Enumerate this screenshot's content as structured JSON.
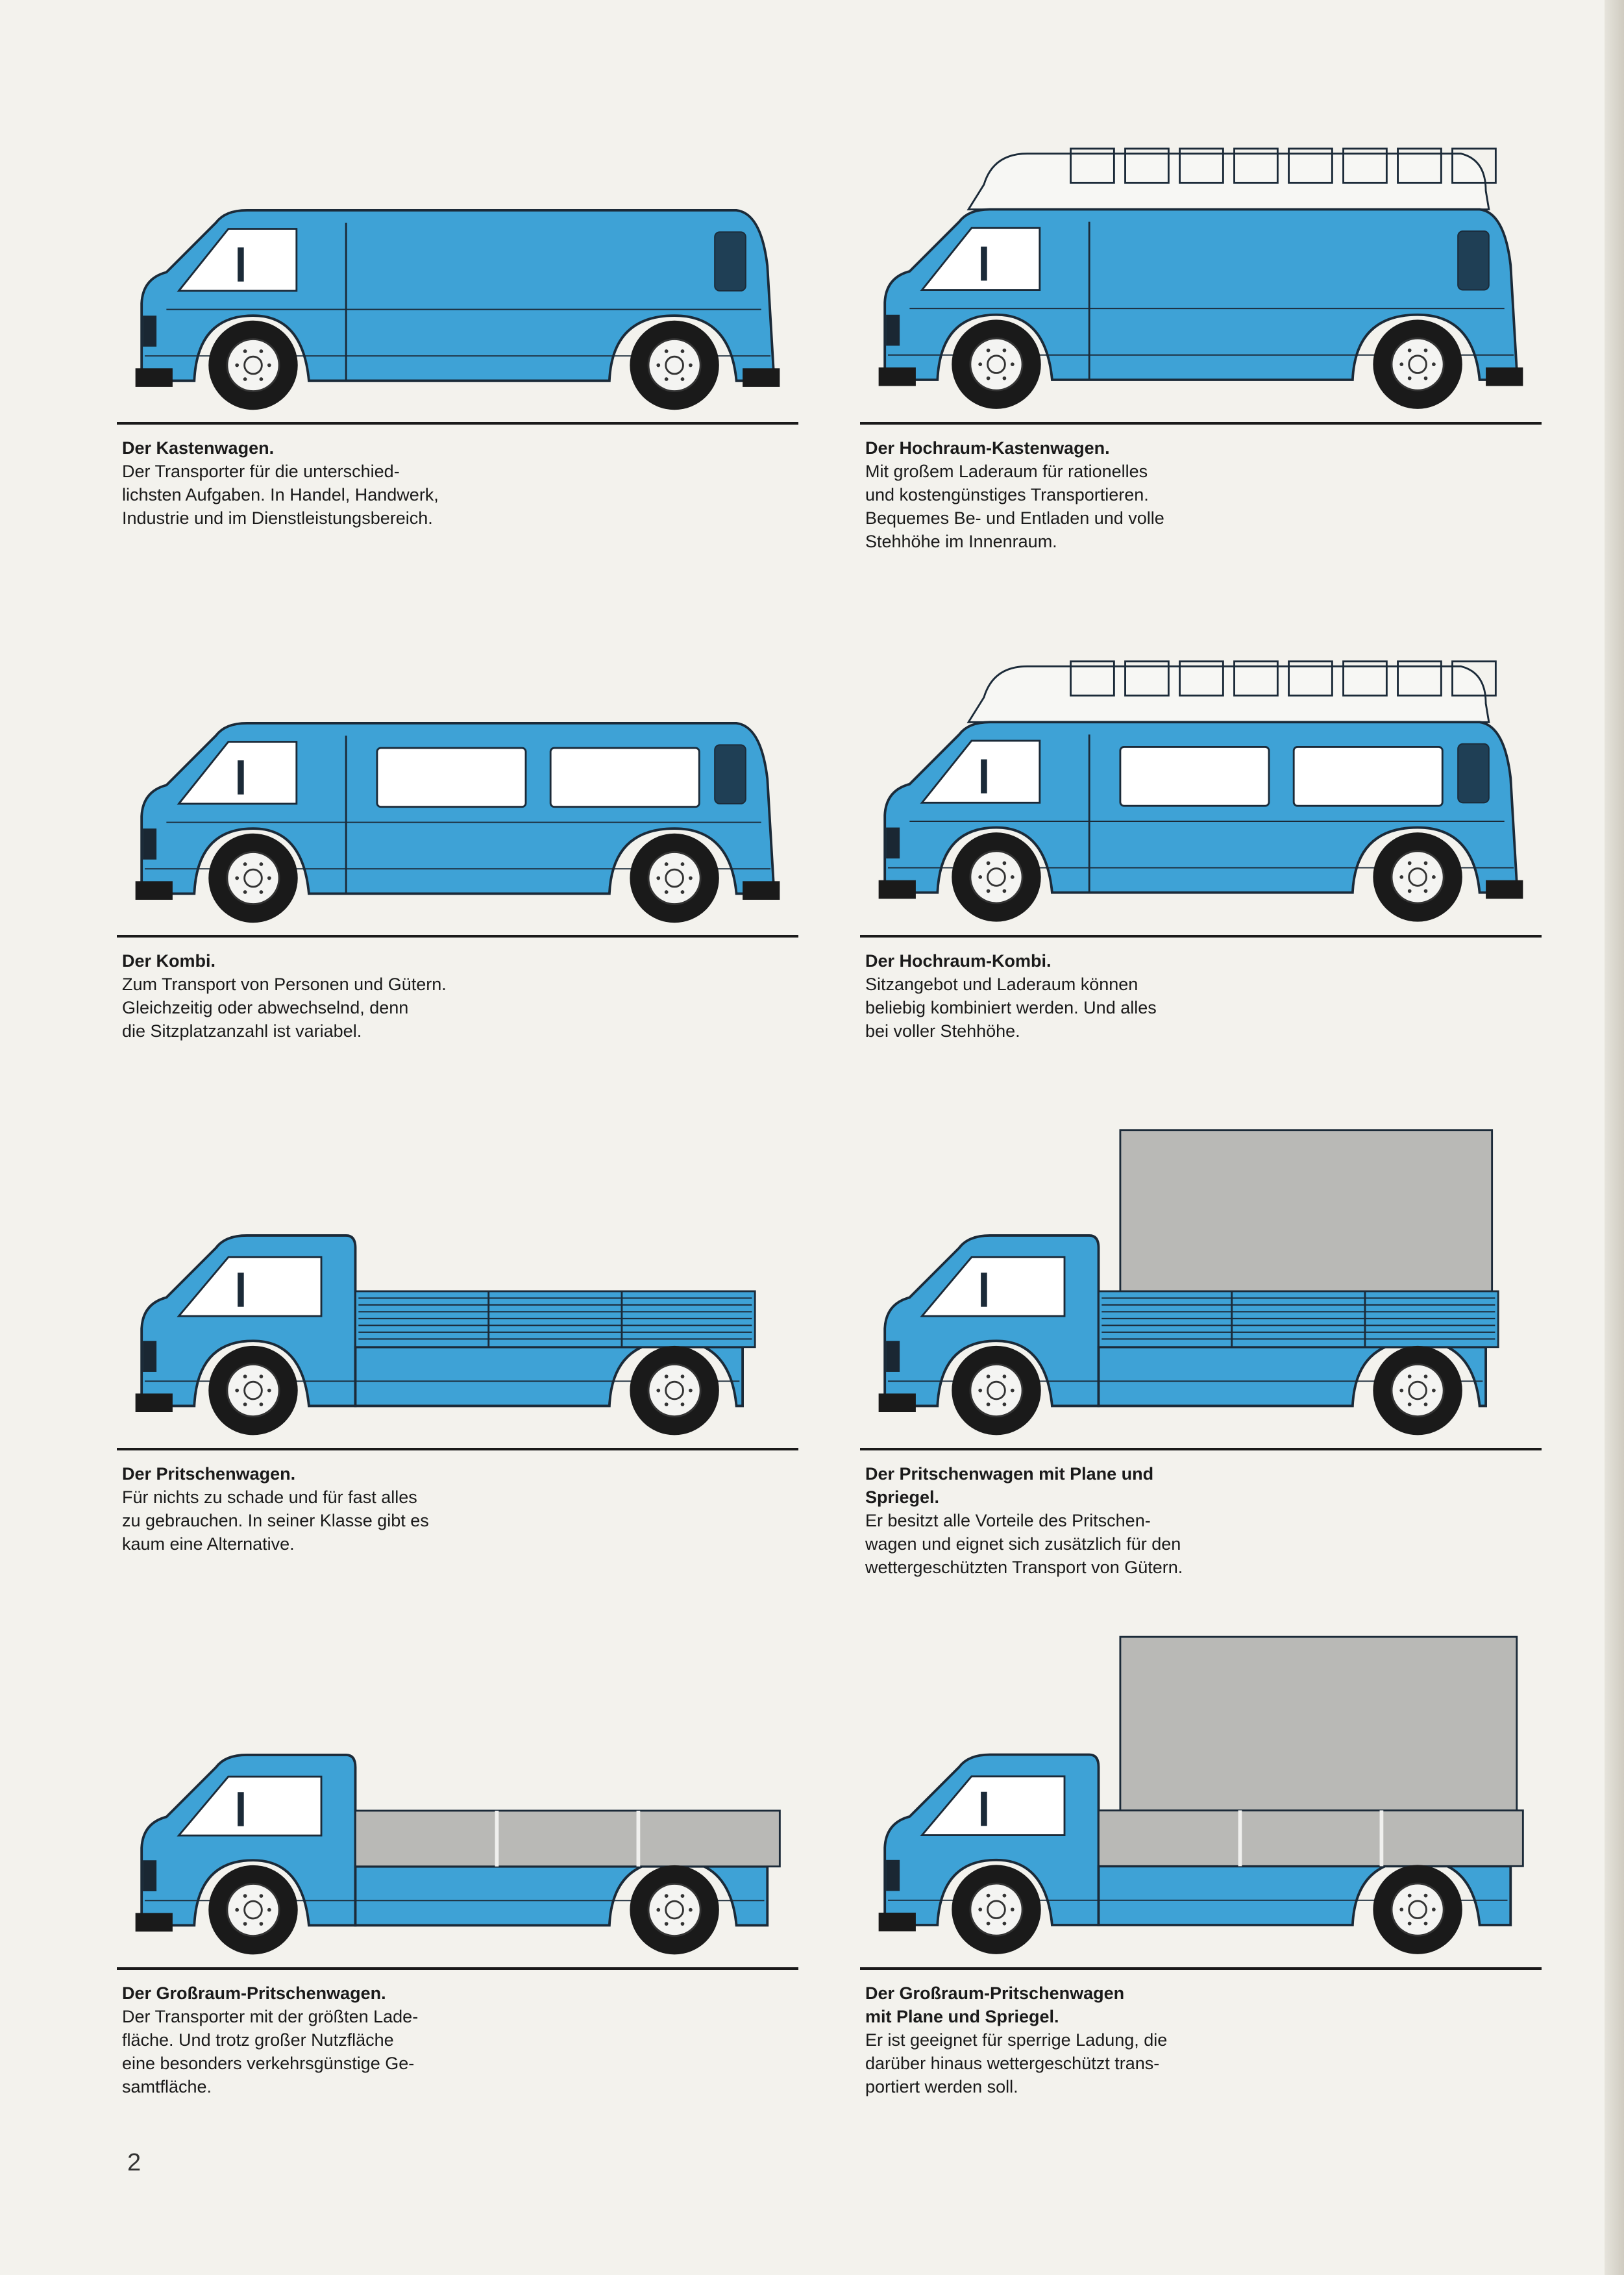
{
  "colors": {
    "body_blue": "#3ea2d6",
    "outline": "#1b2a38",
    "canvas_grey": "#b9b9b6",
    "roof_white": "#f7f7f4",
    "glass": "#ffffff"
  },
  "vehicles": [
    {
      "title": "Der Kastenwagen.",
      "text": "Der Transporter für die unterschied-\nlichsten Aufgaben. In Handel, Handwerk,\nIndustrie und im Dienstleistungsbereich.",
      "type": "van",
      "high_roof": false,
      "side_windows": false,
      "canvas": false
    },
    {
      "title": "Der Hochraum-Kastenwagen.",
      "text": "Mit großem Laderaum für rationelles\nund kostengünstiges Transportieren.\nBequemes Be- und Entladen und volle\nStehhöhe im Innenraum.",
      "type": "van",
      "high_roof": true,
      "side_windows": false,
      "canvas": false
    },
    {
      "title": "Der Kombi.",
      "text": "Zum Transport von Personen und Gütern.\nGleichzeitig oder abwechselnd, denn\ndie Sitzplatzanzahl ist variabel.",
      "type": "van",
      "high_roof": false,
      "side_windows": true,
      "canvas": false
    },
    {
      "title": "Der Hochraum-Kombi.",
      "text": "Sitzangebot und Laderaum können\nbeliebig kombiniert werden. Und alles\nbei voller Stehhöhe.",
      "type": "van",
      "high_roof": true,
      "side_windows": true,
      "canvas": false
    },
    {
      "title": "Der Pritschenwagen.",
      "text": "Für nichts zu schade und für fast alles\nzu gebrauchen. In seiner Klasse gibt es\nkaum eine Alternative.",
      "type": "pickup",
      "large_bed": false,
      "canvas": false
    },
    {
      "title": "Der Pritschenwagen mit Plane und\nSpriegel.",
      "text": "Er besitzt alle Vorteile des Pritschen-\nwagen und eignet sich zusätzlich für den\nwettergeschützten Transport von Gütern.",
      "type": "pickup",
      "large_bed": false,
      "canvas": true
    },
    {
      "title": "Der Großraum-Pritschenwagen.",
      "text": "Der Transporter mit der größten Lade-\nfläche. Und trotz großer Nutzfläche\neine besonders verkehrsgünstige Ge-\nsamtfläche.",
      "type": "pickup",
      "large_bed": true,
      "canvas": false
    },
    {
      "title": "Der Großraum-Pritschenwagen\nmit Plane und Spriegel.",
      "text": "Er ist geeignet für sperrige Ladung, die\ndarüber hinaus wettergeschützt trans-\nportiert werden soll.",
      "type": "pickup",
      "large_bed": true,
      "canvas": true
    }
  ],
  "page_number": "2"
}
